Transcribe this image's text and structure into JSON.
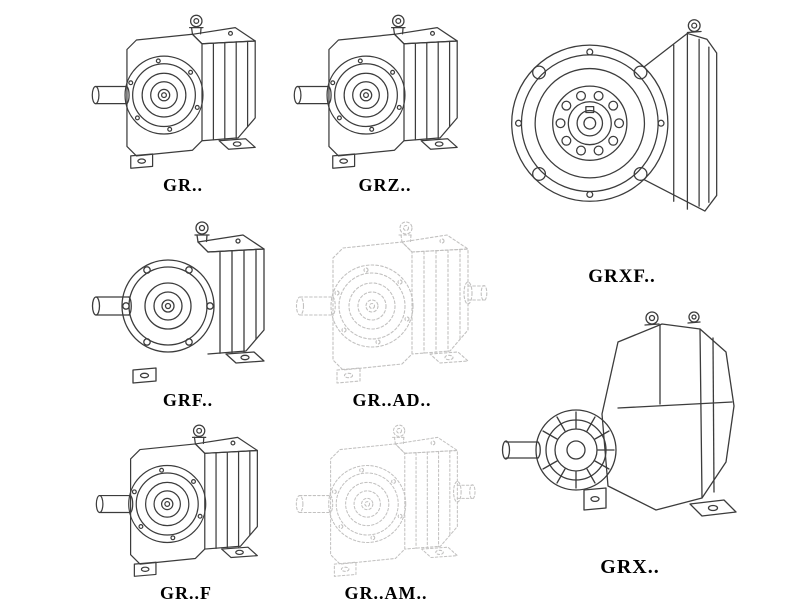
{
  "page": {
    "kind": "gear-reducer-catalog-sheet",
    "background": "#ffffff"
  },
  "colors": {
    "line": "#3c3c3c",
    "ghost_line": "#c2c1c0",
    "label_text": "#000000",
    "background": "#ffffff"
  },
  "items": [
    {
      "id": "gr",
      "label": "GR..",
      "drawing": "helical-gearbox-foot-mounted-isometric",
      "style": "solid"
    },
    {
      "id": "grz",
      "label": "GRZ..",
      "drawing": "helical-gearbox-foot-mounted-isometric",
      "style": "solid"
    },
    {
      "id": "grxf",
      "label": "GRXF..",
      "drawing": "helical-gearbox-flange-front-view",
      "style": "solid"
    },
    {
      "id": "grf",
      "label": "GRF..",
      "drawing": "helical-gearbox-flange-isometric",
      "style": "solid"
    },
    {
      "id": "gr-ad",
      "label": "GR..AD..",
      "drawing": "helical-gearbox-input-adapter-ghost",
      "style": "ghost-dotted"
    },
    {
      "id": "gr-f",
      "label": "GR..F",
      "drawing": "helical-gearbox-foot-mounted-isometric",
      "style": "solid"
    },
    {
      "id": "gr-am",
      "label": "GR..AM..",
      "drawing": "helical-gearbox-input-adapter-ghost",
      "style": "ghost-dotted"
    },
    {
      "id": "grx",
      "label": "GRX..",
      "drawing": "helical-gearbox-large-foot-mounted-isometric",
      "style": "solid"
    }
  ]
}
